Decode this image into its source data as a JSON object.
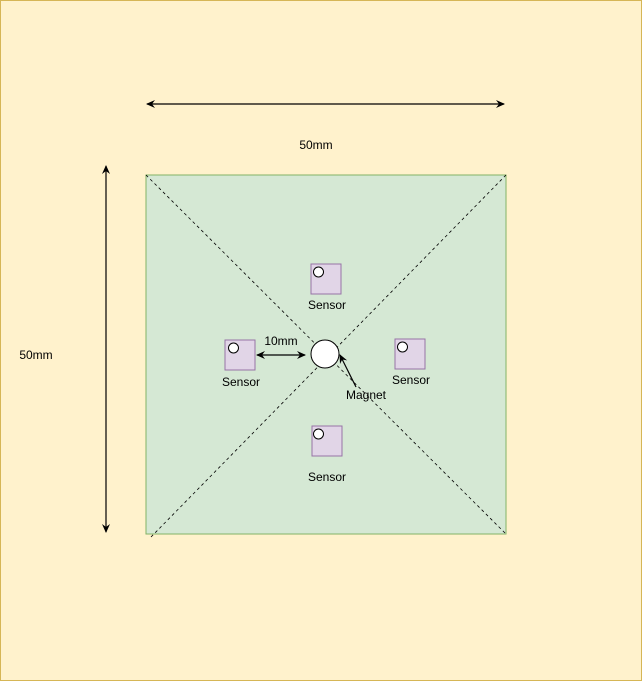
{
  "colors": {
    "background": "#fff2cc",
    "background_border": "#d6b656",
    "board_fill": "#d5e8d4",
    "board_border": "#82b366",
    "sensor_fill": "#e1d5e7",
    "sensor_border": "#9673a6",
    "magnet_fill": "#ffffff",
    "line": "#000000"
  },
  "labels": {
    "width_dimension": "50mm",
    "height_dimension": "50mm",
    "spacing_dimension": "10mm",
    "magnet": "Magnet",
    "sensor_top": "Sensor",
    "sensor_left": "Sensor",
    "sensor_right": "Sensor",
    "sensor_bottom": "Sensor"
  },
  "icons": {
    "sensor": "square-with-circle-icon",
    "magnet": "circle-icon",
    "dimension_arrow": "double-headed-arrow-icon"
  }
}
